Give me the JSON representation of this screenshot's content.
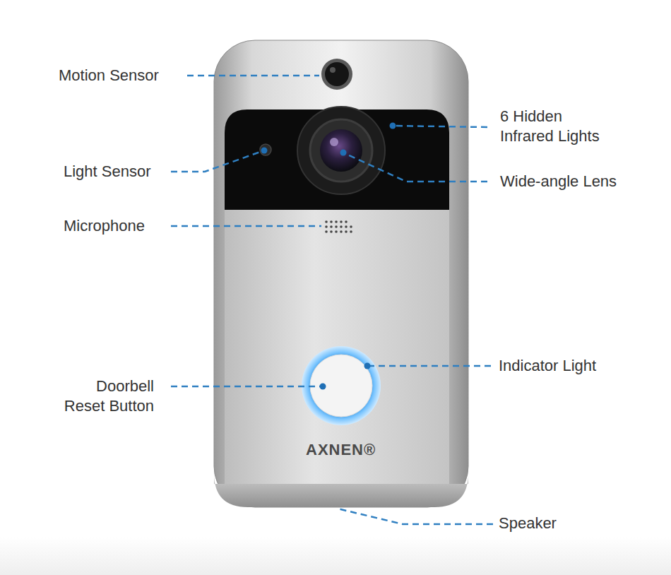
{
  "diagram": {
    "labels": [
      "Motion Sensor",
      "6 Hidden Infrared Lights",
      "Light Sensor",
      "Wide-angle Lens",
      "Microphone",
      "Indicator Light",
      "Doorbell Reset Button",
      "Speaker",
      "AXNEN®"
    ]
  }
}
